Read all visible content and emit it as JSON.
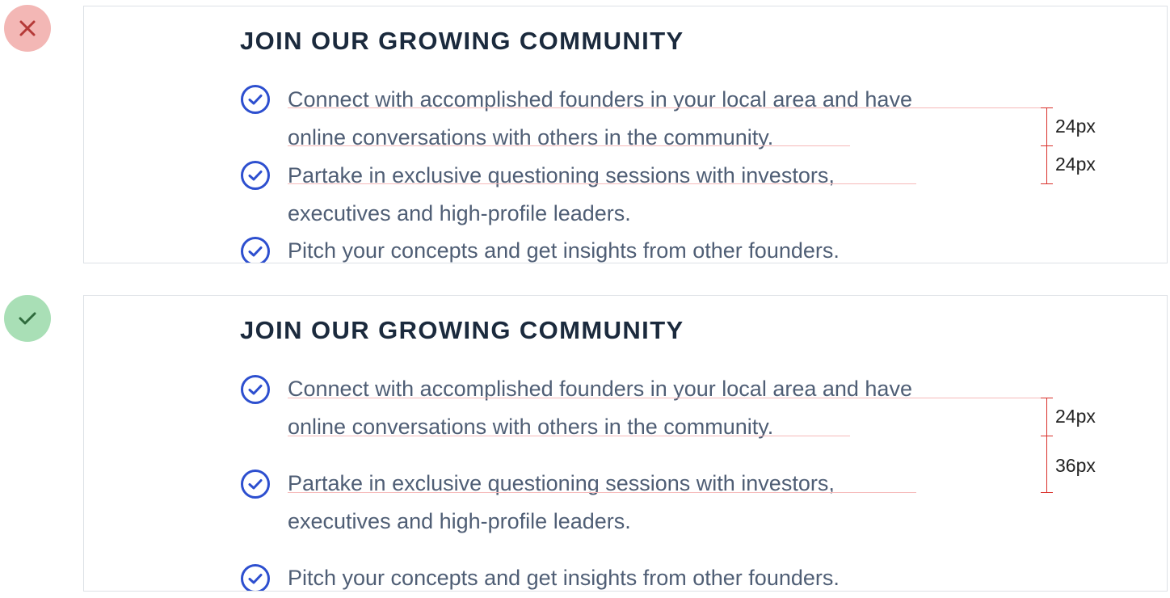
{
  "examples": {
    "incorrect": {
      "status_icon": "close-icon",
      "status_color": "#f3b7b5",
      "icon_color": "#b53a38",
      "title": "JOIN OUR GROWING COMMUNITY",
      "items": [
        {
          "line1": "Connect with accomplished founders in your local area and have",
          "line2": "online conversations with others in the community."
        },
        {
          "line1": "Partake in exclusive questioning sessions with investors,",
          "line2": "executives and high-profile leaders."
        },
        {
          "line1": "Pitch your concepts and get insights from other founders."
        }
      ],
      "measurements": [
        "24px",
        "24px"
      ]
    },
    "correct": {
      "status_icon": "check-icon",
      "status_color": "#a9dfb6",
      "icon_color": "#2f6b3d",
      "title": "JOIN OUR GROWING COMMUNITY",
      "items": [
        {
          "line1": "Connect with accomplished founders in your local area and have",
          "line2": "online conversations with others in the community."
        },
        {
          "line1": "Partake in exclusive questioning sessions with investors,",
          "line2": "executives and high-profile leaders."
        },
        {
          "line1": "Pitch your concepts and get insights from other founders."
        }
      ],
      "measurements": [
        "24px",
        "36px"
      ]
    }
  },
  "colors": {
    "check_icon": "#2d4fcf",
    "title": "#1b2a3d",
    "body_text": "#4f5e75",
    "guide_line": "#f6b9b9",
    "measure_bracket": "#d9302b"
  },
  "icons": {
    "list_bullet": "circle-check-icon"
  }
}
